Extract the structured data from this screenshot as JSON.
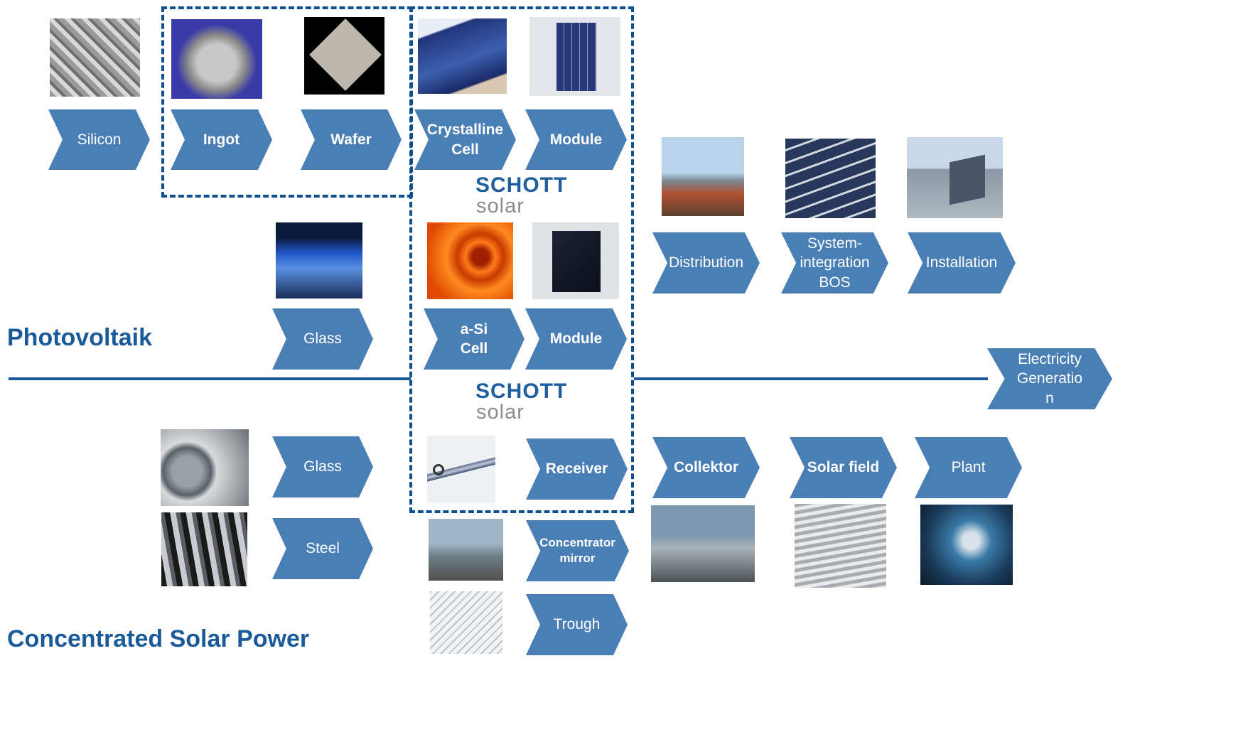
{
  "headings": {
    "pv": "Photovoltaik",
    "csp": "Concentrated Solar Power"
  },
  "logos": {
    "brand": "SCHOTT",
    "sub": "solar"
  },
  "pv": {
    "silicon": "Silicon",
    "ingot": "Ingot",
    "wafer": "Wafer",
    "crystalline_cell": "Crystalline\nCell",
    "module_c": "Module",
    "glass": "Glass",
    "asi_cell": "a-Si\nCell",
    "module_asi": "Module",
    "distribution": "Distribution",
    "system_integration": "System-\nintegration\nBOS",
    "installation": "Installation"
  },
  "shared": {
    "electricity": "Electricity\nGeneratio\nn"
  },
  "csp": {
    "glass": "Glass",
    "steel": "Steel",
    "receiver": "Receiver",
    "concentrator": "Concentrator\nmirror",
    "trough": "Trough",
    "collektor": "Collektor",
    "solar_field": "Solar field",
    "plant": "Plant"
  },
  "colors": {
    "chevron": "#4a7fb5",
    "heading": "#1a5a9a",
    "dashed_border": "#0f4f8f"
  }
}
